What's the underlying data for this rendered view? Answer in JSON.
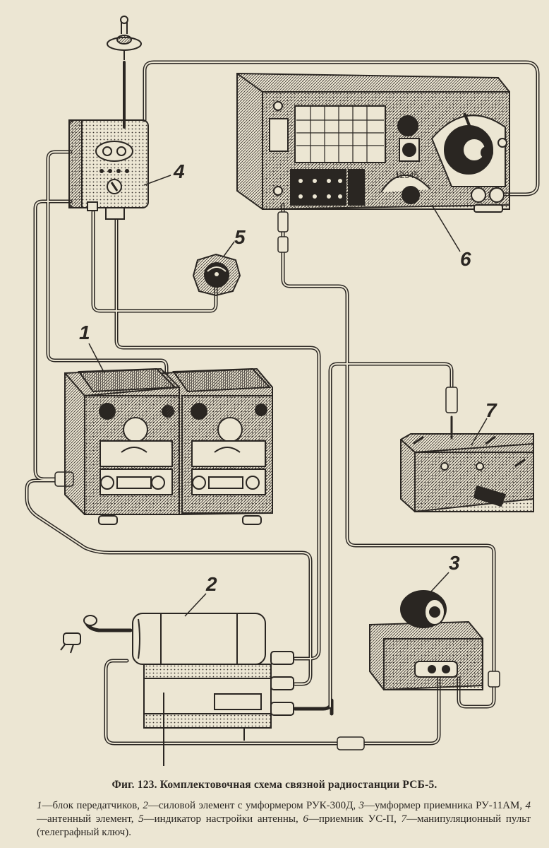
{
  "figure": {
    "title": "Фиг. 123. Комплектовочная схема связной радиостанции РСБ-5.",
    "labels": [
      {
        "id": "1",
        "text": "1"
      },
      {
        "id": "2",
        "text": "2"
      },
      {
        "id": "3",
        "text": "3"
      },
      {
        "id": "4",
        "text": "4"
      },
      {
        "id": "5",
        "text": "5"
      },
      {
        "id": "6",
        "text": "6"
      },
      {
        "id": "7",
        "text": "7"
      }
    ],
    "dial_digits": "12345",
    "legend": [
      {
        "num": "1",
        "text": "блок передатчиков"
      },
      {
        "num": "2",
        "text": "силовой элемент с умформером РУК-300Д"
      },
      {
        "num": "3",
        "text": "умформер приемника РУ-11АМ"
      },
      {
        "num": "4",
        "text": "антенный элемент"
      },
      {
        "num": "5",
        "text": "индикатор настройки антенны"
      },
      {
        "num": "6",
        "text": "приемник УС-П"
      },
      {
        "num": "7",
        "text": "манипуляционный пульт (телеграфный ключ)"
      }
    ]
  }
}
